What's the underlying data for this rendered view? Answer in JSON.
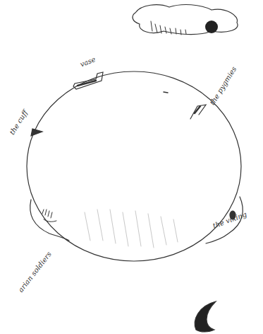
{
  "diagram": {
    "labels": [
      "vase",
      "the cuff",
      "the pygmies",
      "the viking",
      "arian soldiers"
    ]
  }
}
